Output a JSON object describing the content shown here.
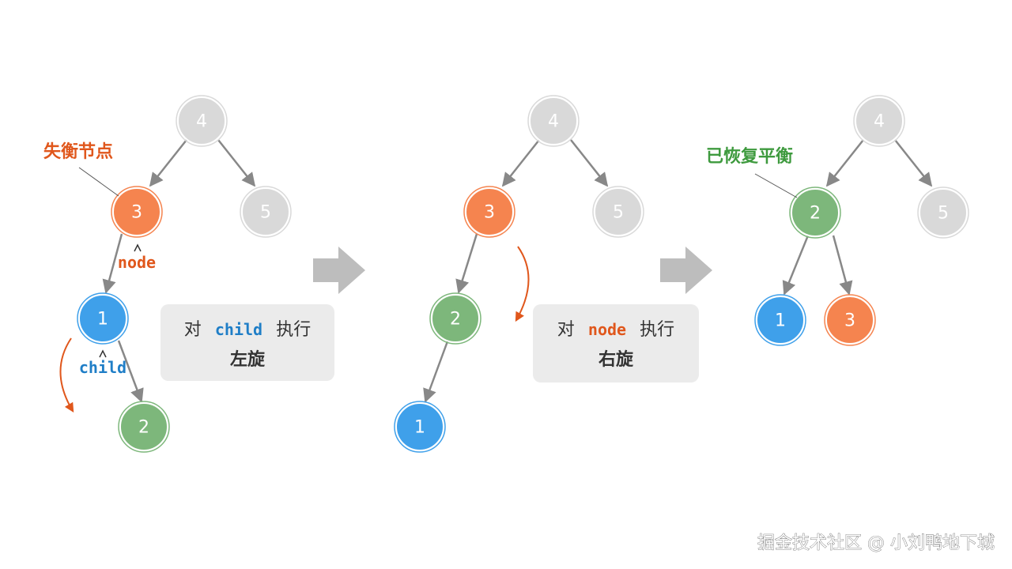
{
  "colors": {
    "gray_node": "#d9d9d9",
    "orange_node": "#f5844f",
    "blue_node": "#3fa0ea",
    "green_node": "#7db77b",
    "edge": "#888888",
    "arrow_big": "#bdbdbd",
    "box_bg": "#ebebeb",
    "annot_orange": "#e0571c",
    "annot_green": "#3e9a3e",
    "code_blue": "#1f7ec7"
  },
  "panel1": {
    "nodes": [
      "4",
      "3",
      "5",
      "1",
      "2"
    ],
    "unbalanced_label": "失衡节点",
    "node_pointer": "node",
    "child_pointer": "child",
    "box": {
      "prefix": "对",
      "keyword": "child",
      "suffix": "执行",
      "action": "左旋"
    }
  },
  "panel2": {
    "nodes": [
      "4",
      "3",
      "5",
      "2",
      "1"
    ],
    "box": {
      "prefix": "对",
      "keyword": "node",
      "suffix": "执行",
      "action": "右旋"
    }
  },
  "panel3": {
    "nodes": [
      "4",
      "2",
      "5",
      "1",
      "3"
    ],
    "balanced_label": "已恢复平衡"
  },
  "watermark": "掘金技术社区 @ 小刘鸭地下城"
}
